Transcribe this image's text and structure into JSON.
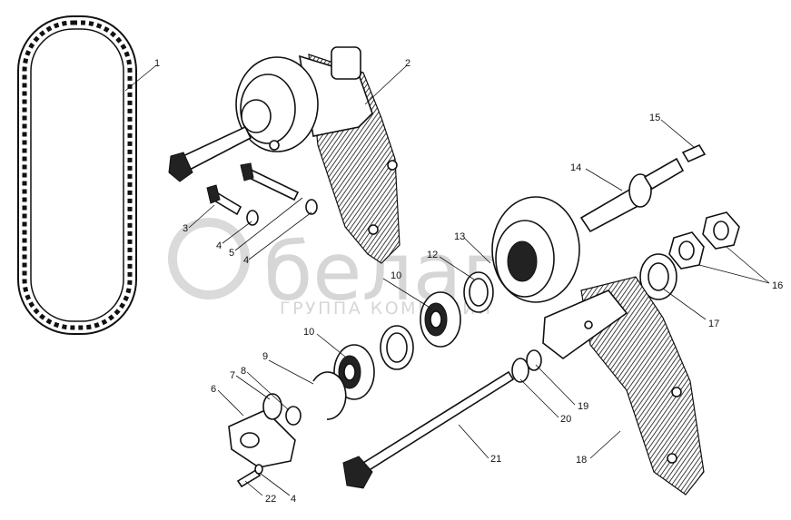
{
  "watermark": {
    "brand": "белаго",
    "subtitle": "ГРУППА КОМПАНИЙ"
  },
  "callouts": [
    {
      "id": "1",
      "text": "1"
    },
    {
      "id": "2",
      "text": "2"
    },
    {
      "id": "3",
      "text": "3"
    },
    {
      "id": "4a",
      "text": "4"
    },
    {
      "id": "5",
      "text": "5"
    },
    {
      "id": "4b",
      "text": "4"
    },
    {
      "id": "6",
      "text": "6"
    },
    {
      "id": "7",
      "text": "7"
    },
    {
      "id": "8",
      "text": "8"
    },
    {
      "id": "9",
      "text": "9"
    },
    {
      "id": "10a",
      "text": "10"
    },
    {
      "id": "10b",
      "text": "10"
    },
    {
      "id": "12",
      "text": "12"
    },
    {
      "id": "13",
      "text": "13"
    },
    {
      "id": "14",
      "text": "14"
    },
    {
      "id": "15",
      "text": "15"
    },
    {
      "id": "16",
      "text": "16"
    },
    {
      "id": "17",
      "text": "17"
    },
    {
      "id": "18",
      "text": "18"
    },
    {
      "id": "19",
      "text": "19"
    },
    {
      "id": "20",
      "text": "20"
    },
    {
      "id": "21",
      "text": "21"
    },
    {
      "id": "22",
      "text": "22"
    },
    {
      "id": "4c",
      "text": "4"
    }
  ]
}
